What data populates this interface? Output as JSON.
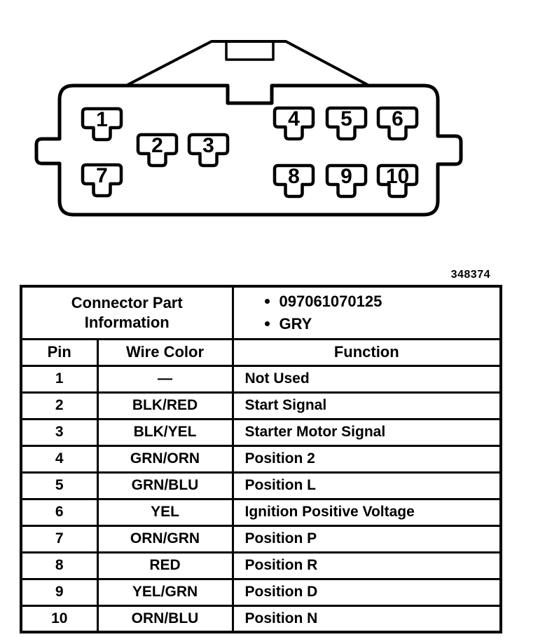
{
  "figure_number": "348374",
  "connector": {
    "description": "10-cavity connector face view",
    "pin_labels": [
      "1",
      "2",
      "3",
      "4",
      "5",
      "6",
      "7",
      "8",
      "9",
      "10"
    ]
  },
  "table": {
    "part_info": {
      "label": "Connector Part Information",
      "items": [
        "097061070125",
        "GRY"
      ]
    },
    "columns": [
      "Pin",
      "Wire Color",
      "Function"
    ],
    "rows": [
      {
        "pin": "1",
        "wire_color": "—",
        "function": "Not Used"
      },
      {
        "pin": "2",
        "wire_color": "BLK/RED",
        "function": "Start Signal"
      },
      {
        "pin": "3",
        "wire_color": "BLK/YEL",
        "function": "Starter Motor Signal"
      },
      {
        "pin": "4",
        "wire_color": "GRN/ORN",
        "function": "Position 2"
      },
      {
        "pin": "5",
        "wire_color": "GRN/BLU",
        "function": "Position L"
      },
      {
        "pin": "6",
        "wire_color": "YEL",
        "function": "Ignition Positive Voltage"
      },
      {
        "pin": "7",
        "wire_color": "ORN/GRN",
        "function": "Position P"
      },
      {
        "pin": "8",
        "wire_color": "RED",
        "function": "Position R"
      },
      {
        "pin": "9",
        "wire_color": "YEL/GRN",
        "function": "Position D"
      },
      {
        "pin": "10",
        "wire_color": "ORN/BLU",
        "function": "Position N"
      }
    ]
  },
  "colors": {
    "ink": "#000000",
    "paper": "#ffffff"
  }
}
